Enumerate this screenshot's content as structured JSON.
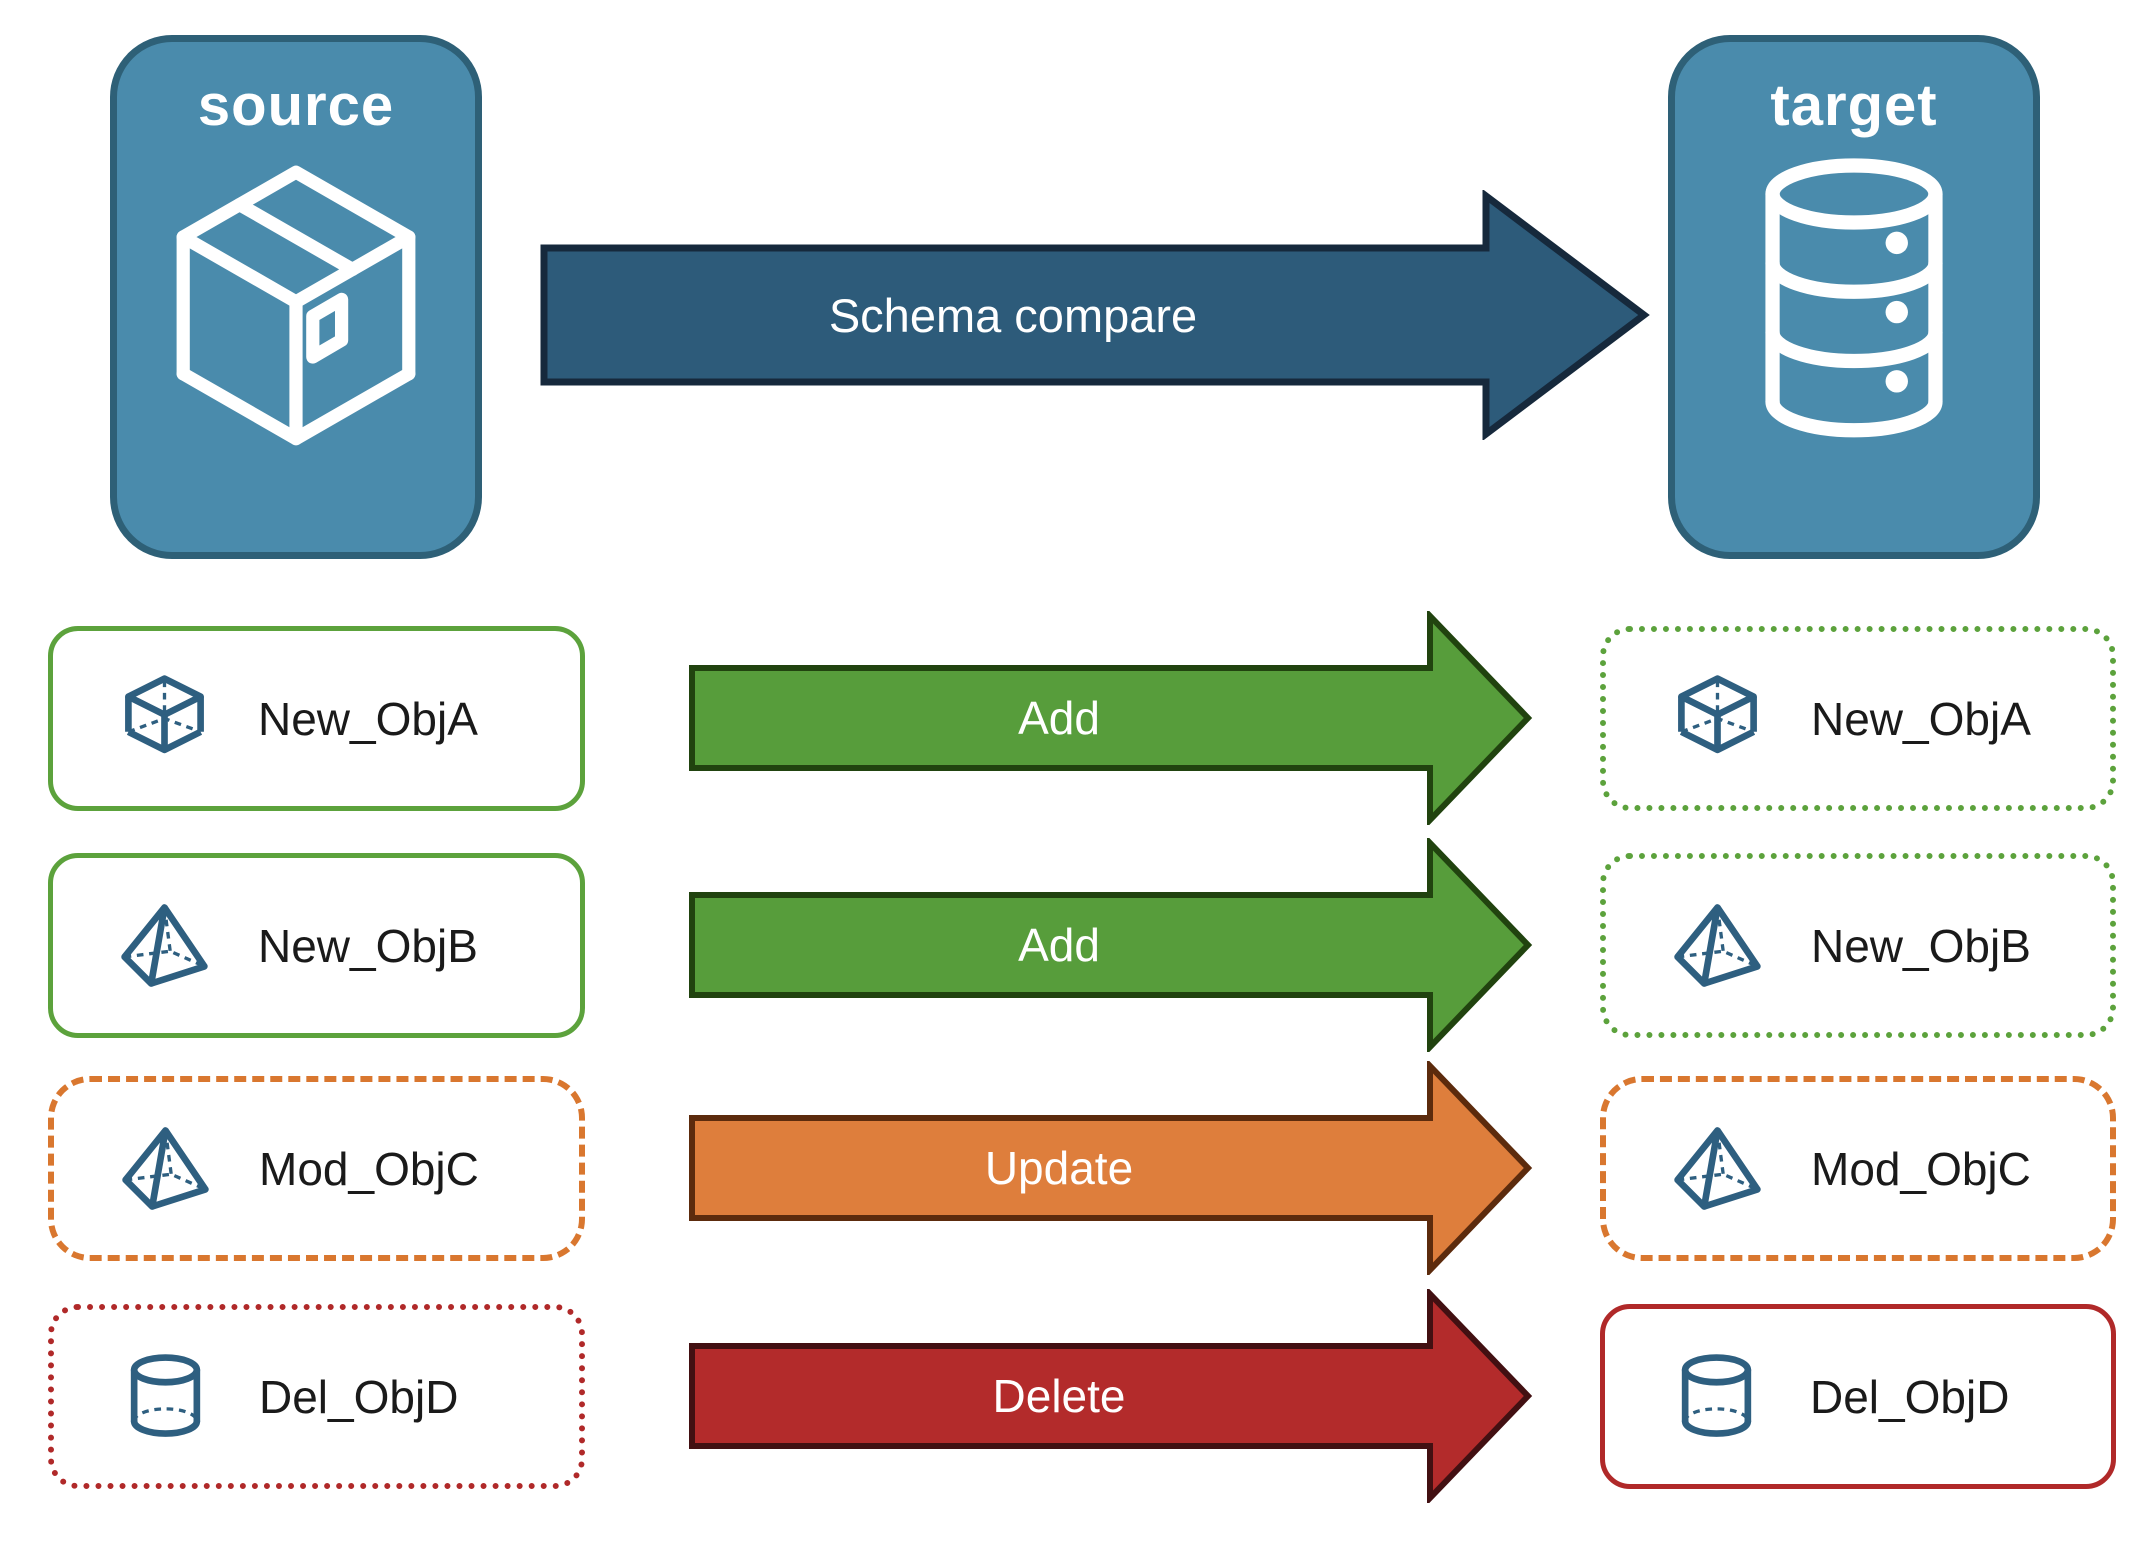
{
  "nodes": {
    "source": {
      "label": "source",
      "icon": "package-box-icon"
    },
    "target": {
      "label": "target",
      "icon": "database-icon"
    }
  },
  "compare_arrow": {
    "label": "Schema compare"
  },
  "rows": [
    {
      "source": {
        "name": "New_ObjA",
        "icon": "cube-icon",
        "border": "solid green"
      },
      "action": "Add",
      "target": {
        "name": "New_ObjA",
        "icon": "cube-icon",
        "border": "dotted green"
      }
    },
    {
      "source": {
        "name": "New_ObjB",
        "icon": "pyramid-icon",
        "border": "solid green"
      },
      "action": "Add",
      "target": {
        "name": "New_ObjB",
        "icon": "pyramid-icon",
        "border": "dotted green"
      }
    },
    {
      "source": {
        "name": "Mod_ObjC",
        "icon": "pyramid-icon",
        "border": "dashed orange"
      },
      "action": "Update",
      "target": {
        "name": "Mod_ObjC",
        "icon": "pyramid-icon",
        "border": "dashed orange"
      }
    },
    {
      "source": {
        "name": "Del_ObjD",
        "icon": "cylinder-icon",
        "border": "dotted red"
      },
      "action": "Delete",
      "target": {
        "name": "Del_ObjD",
        "icon": "cylinder-icon",
        "border": "solid red"
      }
    }
  ],
  "colors": {
    "node-fill": "#4A8BAC",
    "node-border": "#2E6077",
    "navy-arrow": "#2D5B7A",
    "navy-arrow-border": "#16293C",
    "green-arrow": "#579D3B",
    "green-arrow-border": "#21430F",
    "green-box-border": "#5CA23C",
    "orange-arrow": "#DE7E3C",
    "orange-arrow-border": "#5C2B0D",
    "orange-box-border": "#D9772F",
    "red-arrow": "#B32B2B",
    "red-arrow-border": "#421012",
    "red-box-border": "#B02929",
    "icon-blue": "#2E5F80",
    "label-text": "#1A1A1A",
    "arrow-text": "#FFFFFF"
  }
}
